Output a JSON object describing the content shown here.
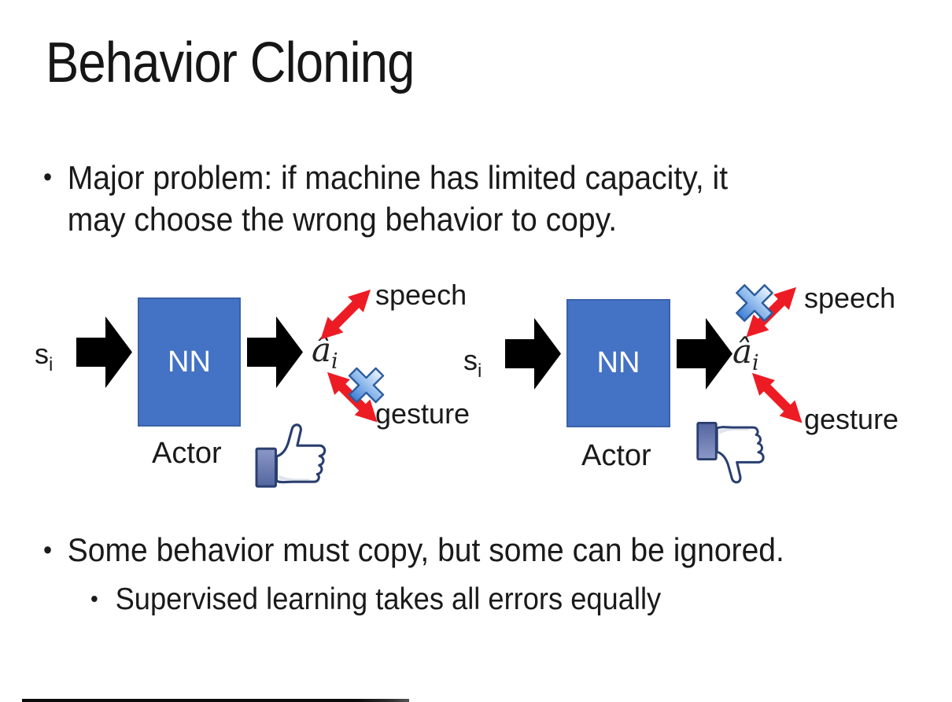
{
  "slide": {
    "title": "Behavior Cloning",
    "bullet_char": "•",
    "bullets": [
      {
        "text": "Major problem: if machine has limited capacity, it\nmay choose the wrong behavior to copy."
      },
      {
        "text": "Some behavior must copy, but some can be ignored."
      },
      {
        "text": "Supervised learning takes all errors equally"
      }
    ]
  },
  "diagram": {
    "input_symbol": "s",
    "input_subscript": "i",
    "nn_label": "NN",
    "output_symbol": "â",
    "output_subscript": "i",
    "actor_label": "Actor",
    "action_labels": {
      "speech": "speech",
      "gesture": "gesture"
    },
    "left": {
      "crossed_out": "gesture",
      "feedback_icon": "thumbs-up"
    },
    "right": {
      "crossed_out": "speech",
      "feedback_icon": "thumbs-down"
    }
  },
  "colors": {
    "background": "#ffffff",
    "text": "#1a1a1a",
    "nn_box_fill": "#4472c4",
    "nn_box_border": "#3a62a8",
    "nn_text": "#ffffff",
    "flow_arrow": "#000000",
    "action_arrow": "#ed1c24",
    "cross_blue": "#3f7fd6",
    "thumb_outline": "#2a3f6f",
    "thumb_cuff": "#5b6dae"
  }
}
